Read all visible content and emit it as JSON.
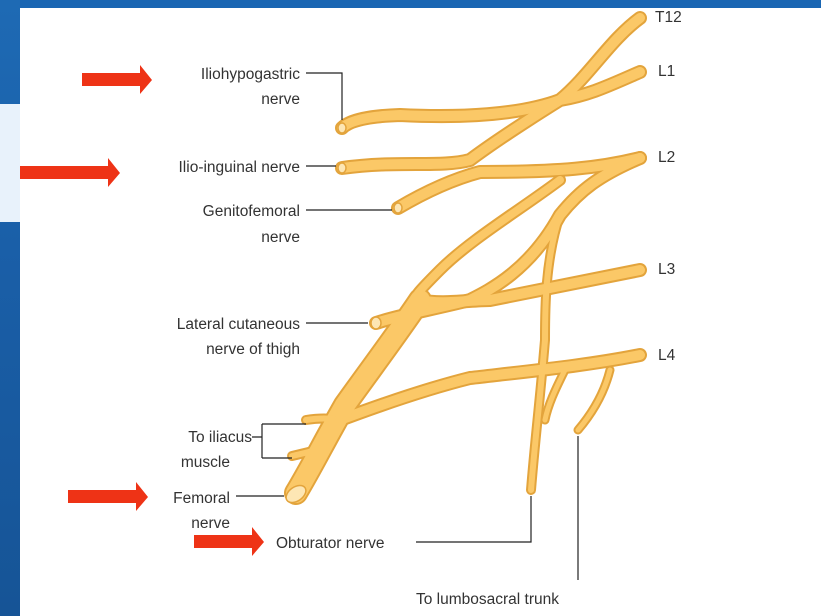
{
  "colors": {
    "nerve_fill": "#fbc867",
    "nerve_stroke": "#e3a43c",
    "arrow": "#ee3316",
    "leader": "#222222",
    "background_frame": "#1a5fa8"
  },
  "roots": {
    "t12": "T12",
    "l1": "L1",
    "l2": "L2",
    "l3": "L3",
    "l4": "L4"
  },
  "labels": {
    "iliohypogastric_1": "Iliohypogastric",
    "iliohypogastric_2": "nerve",
    "ilioinguinal": "Ilio-inguinal nerve",
    "genitofemoral_1": "Genitofemoral",
    "genitofemoral_2": "nerve",
    "lateral_cutaneous_1": "Lateral cutaneous",
    "lateral_cutaneous_2": "nerve of thigh",
    "iliacus_1": "To iliacus",
    "iliacus_2": "muscle",
    "femoral_1": "Femoral",
    "femoral_2": "nerve",
    "obturator": "Obturator nerve",
    "lumbosacral": "To lumbosacral trunk"
  },
  "highlight_arrows": [
    "iliohypogastric",
    "ilioinguinal",
    "femoral",
    "obturator"
  ]
}
